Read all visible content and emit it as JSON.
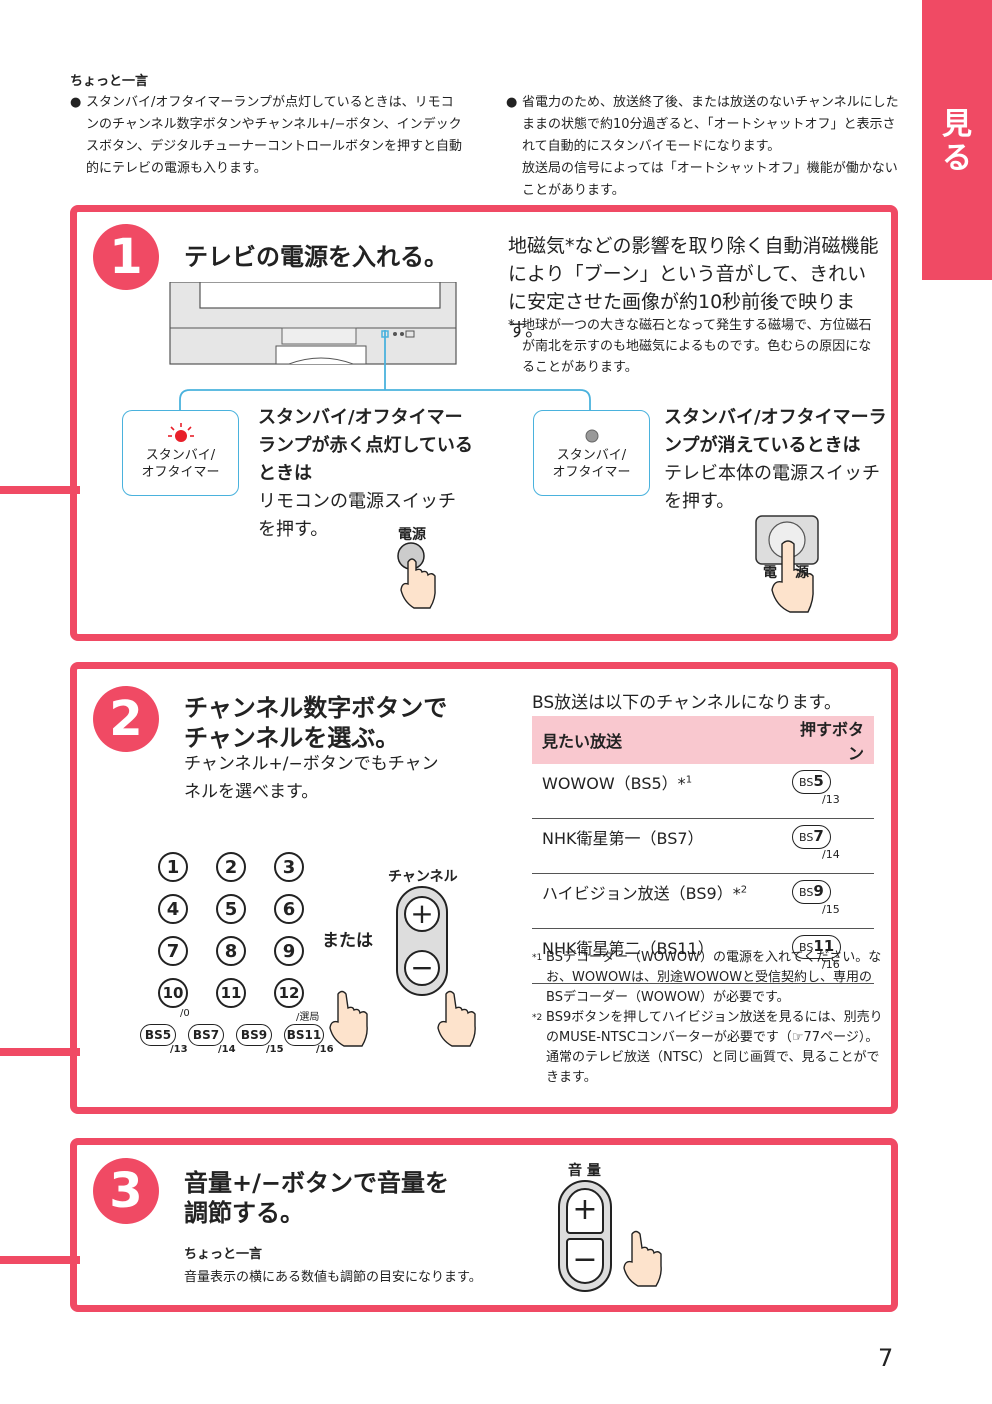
{
  "side_tab": "見る",
  "tips": {
    "title": "ちょっと一言",
    "left": "スタンバイ/オフタイマーランプが点灯しているときは、リモコンのチャンネル数字ボタンやチャンネル+/−ボタン、インデックスボタン、デジタルチューナーコントロールボタンを押すと自動的にテレビの電源も入ります。",
    "right_1": "省電力のため、放送終了後、または放送のないチャンネルにしたままの状態で約10分過ぎると、「オートシャットオフ」と表示されて自動的にスタンバイモードになります。",
    "right_2": "放送局の信号によっては「オートシャットオフ」機能が働かないことがあります。"
  },
  "step1": {
    "number": "1",
    "title": "テレビの電源を入れる。",
    "desc": "地磁気*などの影響を取り除く自動消磁機能により「ブーン」という音がして、きれいに安定させた画像が約10秒前後で映ります。",
    "footnote_mark": "*",
    "footnote": "地球が一つの大きな磁石となって発生する磁場で、方位磁石が南北を示すのも地磁気によるものです。色むらの原因になることがあります。",
    "lamp_label_1": "スタンバイ/",
    "lamp_label_2": "オフタイマー",
    "left_case_bold": "スタンバイ/オフタイマーランプが赤く点灯しているときは",
    "left_case_text": "リモコンの電源スイッチを押す。",
    "remote_power_label": "電源",
    "right_case_bold": "スタンバイ/オフタイマーランプが消えているときは",
    "right_case_text": "テレビ本体の電源スイッチを押す。",
    "tv_power_label_1": "電",
    "tv_power_label_2": "源"
  },
  "step2": {
    "number": "2",
    "title_1": "チャンネル数字ボタンで",
    "title_2": "チャンネルを選ぶ。",
    "desc": "チャンネル+/−ボタンでもチャンネルを選べます。",
    "bs_intro": "BS放送は以下のチャンネルになります。",
    "table_headers": [
      "見たい放送",
      "押すボタン"
    ],
    "rows": [
      {
        "name": "WOWOW（BS5）*",
        "sup": "1",
        "btn_prefix": "BS",
        "btn_num": "5",
        "sub": "/13"
      },
      {
        "name": "NHK衛星第一（BS7）",
        "sup": "",
        "btn_prefix": "BS",
        "btn_num": "7",
        "sub": "/14"
      },
      {
        "name": "ハイビジョン放送（BS9）*",
        "sup": "2",
        "btn_prefix": "BS",
        "btn_num": "9",
        "sub": "/15"
      },
      {
        "name": "NHK衛星第二（BS11）",
        "sup": "",
        "btn_prefix": "BS",
        "btn_num": "11",
        "sub": "/16"
      }
    ],
    "fn1_mark": "*1",
    "fn1": "BSデコーダー（WOWOW）の電源を入れてください。なお、WOWOWは、別途WOWOWと受信契約し、専用のBSデコーダー（WOWOW）が必要です。",
    "fn2_mark": "*2",
    "fn2": "BS9ボタンを押してハイビジョン放送を見るには、別売りのMUSE-NTSCコンバーターが必要です（☞77ページ）。通常のテレビ放送（NTSC）と同じ画質で、見ることができます。",
    "keys": [
      "1",
      "2",
      "3",
      "4",
      "5",
      "6",
      "7",
      "8",
      "9",
      "10",
      "11",
      "12"
    ],
    "key10_sub": "/0",
    "key12_sub": "/選局",
    "bs_keys": [
      {
        "label": "BS5",
        "sub": "/13"
      },
      {
        "label": "BS7",
        "sub": "/14"
      },
      {
        "label": "BS9",
        "sub": "/15"
      },
      {
        "label": "BS11",
        "sub": "/16"
      }
    ],
    "or_text": "または",
    "channel_label": "チャンネル",
    "plus": "+",
    "minus": "−"
  },
  "step3": {
    "number": "3",
    "title_1": "音量+/−ボタンで音量を",
    "title_2": "調節する。",
    "tip_title": "ちょっと一言",
    "tip": "音量表示の横にある数値も調節の目安になります。",
    "volume_label": "音 量",
    "plus": "+",
    "minus": "−"
  },
  "page_number": "7",
  "colors": {
    "accent": "#f04a64",
    "lamp_line": "#4ab2dd",
    "table_header": "#f9c8cf",
    "lamp_red": "#e8202a"
  }
}
